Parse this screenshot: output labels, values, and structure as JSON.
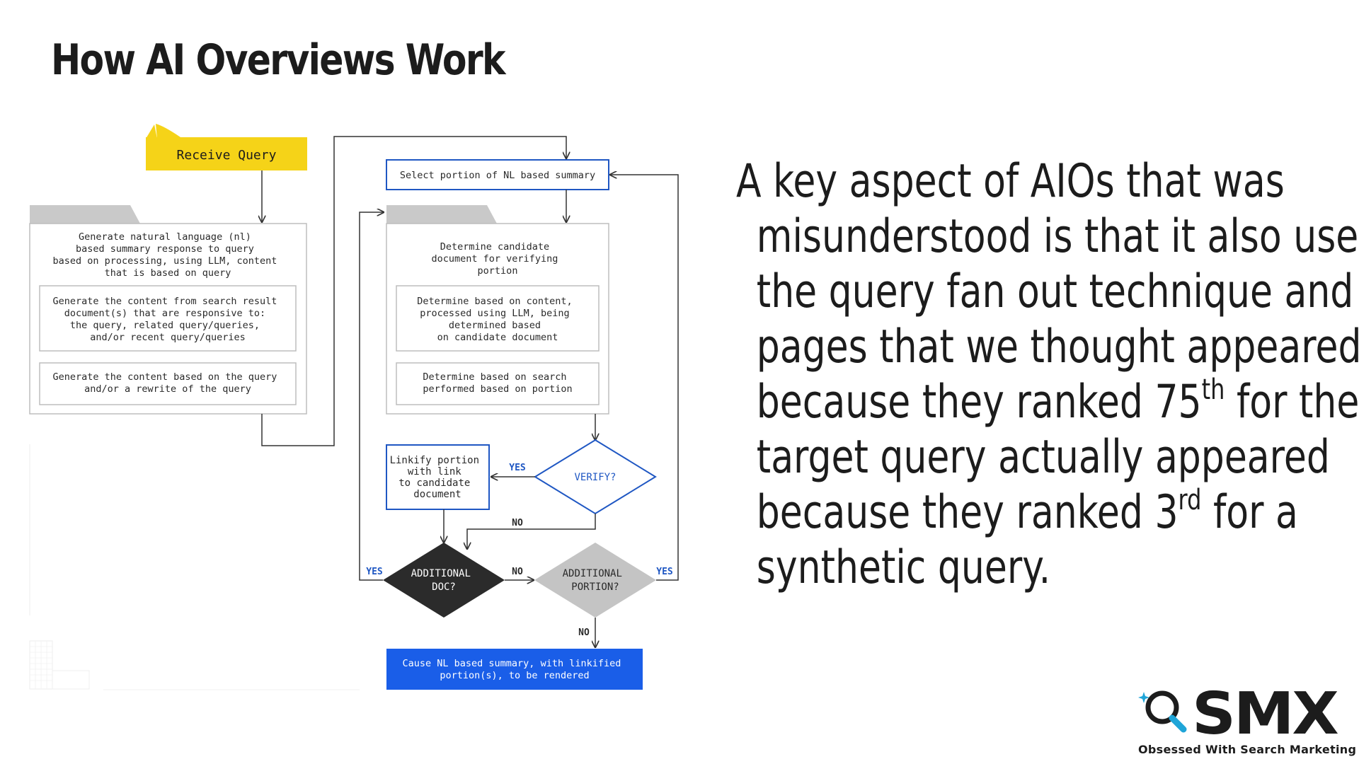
{
  "slide": {
    "title": "How AI Overviews Work"
  },
  "flowchart": {
    "receive_query": "Receive Query",
    "left_box": {
      "lines": [
        "Generate natural language (nl)",
        "based summary response to query",
        "based on processing, using LLM, content",
        "that is based on query"
      ],
      "sub1": [
        "Generate the content from search result",
        "document(s) that are responsive to:",
        "the query, related query/queries,",
        "and/or recent query/queries"
      ],
      "sub2": [
        "Generate the content based on the query",
        "and/or a rewrite of the query"
      ]
    },
    "select_portion": "Select portion of NL based summary",
    "right_box": {
      "lines": [
        "Determine candidate",
        "document for verifying",
        "portion"
      ],
      "sub1": [
        "Determine based on content,",
        "processed using LLM, being",
        "determined based",
        "on candidate document"
      ],
      "sub2": [
        "Determine based on search",
        "performed based on portion"
      ]
    },
    "linkify": [
      "Linkify portion",
      "with link",
      "to candidate",
      "document"
    ],
    "verify": "VERIFY?",
    "additional_doc": [
      "ADDITIONAL",
      "DOC?"
    ],
    "additional_portion": [
      "ADDITIONAL",
      "PORTION?"
    ],
    "final_box": [
      "Cause NL based summary, with linkified",
      "portion(s), to be rendered"
    ],
    "labels": {
      "yes_verify": "YES",
      "no_verify": "NO",
      "yes_doc": "YES",
      "no_doc": "NO",
      "yes_portion": "YES",
      "no_portion": "NO"
    },
    "colors": {
      "yellow": "#f5d318",
      "blue": "#1f57c3",
      "bright_blue": "#1a5ee8",
      "dark": "#2b2b2b",
      "gray": "#c4c4c4",
      "line": "#333333"
    }
  },
  "body": {
    "l1": "A key aspect of AIOs that was",
    "l2": "misunderstood is that it also uses",
    "l3": "the query fan out technique and",
    "l4": "pages that we thought appeared",
    "l5a": "because they ranked 75",
    "l5sup": "th",
    "l5b": " for the",
    "l6": "target query actually appeared",
    "l7a": "because they ranked  3",
    "l7sup": "rd",
    "l7b": " for a",
    "l8": "synthetic query."
  },
  "logo": {
    "name": "SMX",
    "tagline": "Obsessed With Search Marketing",
    "icon": "magnifier-sparkle-icon"
  }
}
